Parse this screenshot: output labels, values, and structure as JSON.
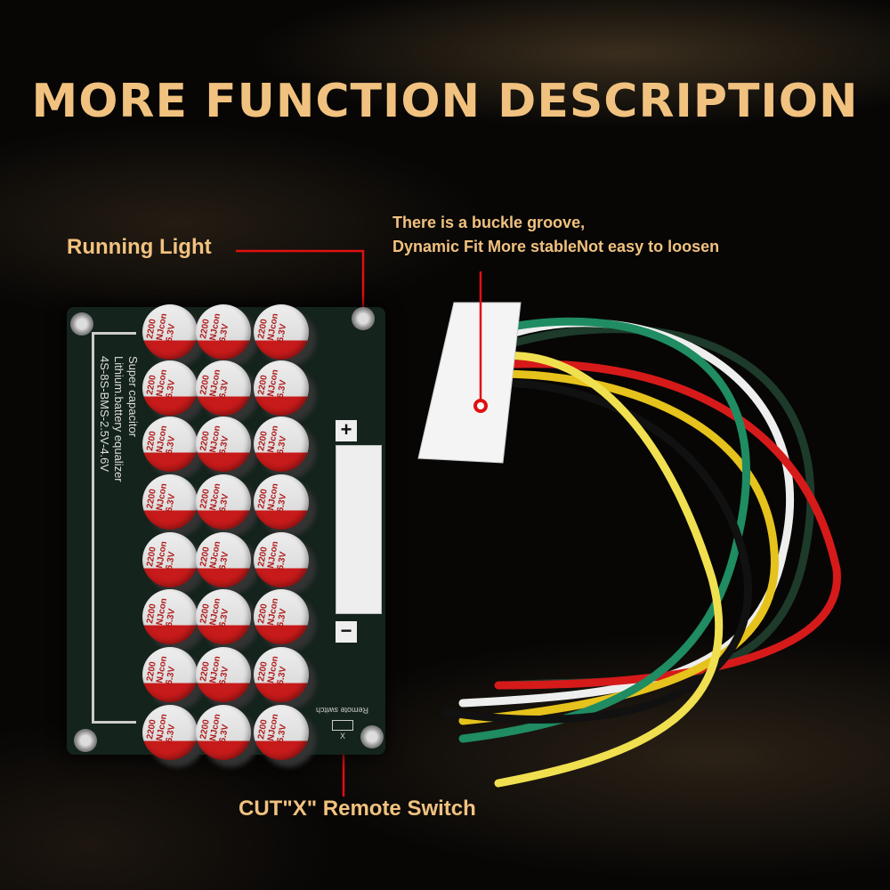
{
  "title": "MORE FUNCTION DESCRIPTION",
  "callouts": {
    "running_light": "Running Light",
    "buckle_line1": "There is a buckle groove,",
    "buckle_line2": "Dynamic Fit More stableNot easy to loosen",
    "remote_switch": "CUT\"X\" Remote Switch"
  },
  "pcb": {
    "line1": "Super capacitor",
    "line2": "Lithium.battery equalizer",
    "line3": "4S-8S-BMS-2.5V-4.6V",
    "remote_label": "Remote switch",
    "cut_label": "X",
    "plus": "+",
    "minus": "−",
    "capacitor": {
      "value": "2200",
      "brand": "NJcon",
      "voltage": "6.3V"
    }
  },
  "colors": {
    "accent": "#f1c27f",
    "callout_line": "#e01010"
  }
}
